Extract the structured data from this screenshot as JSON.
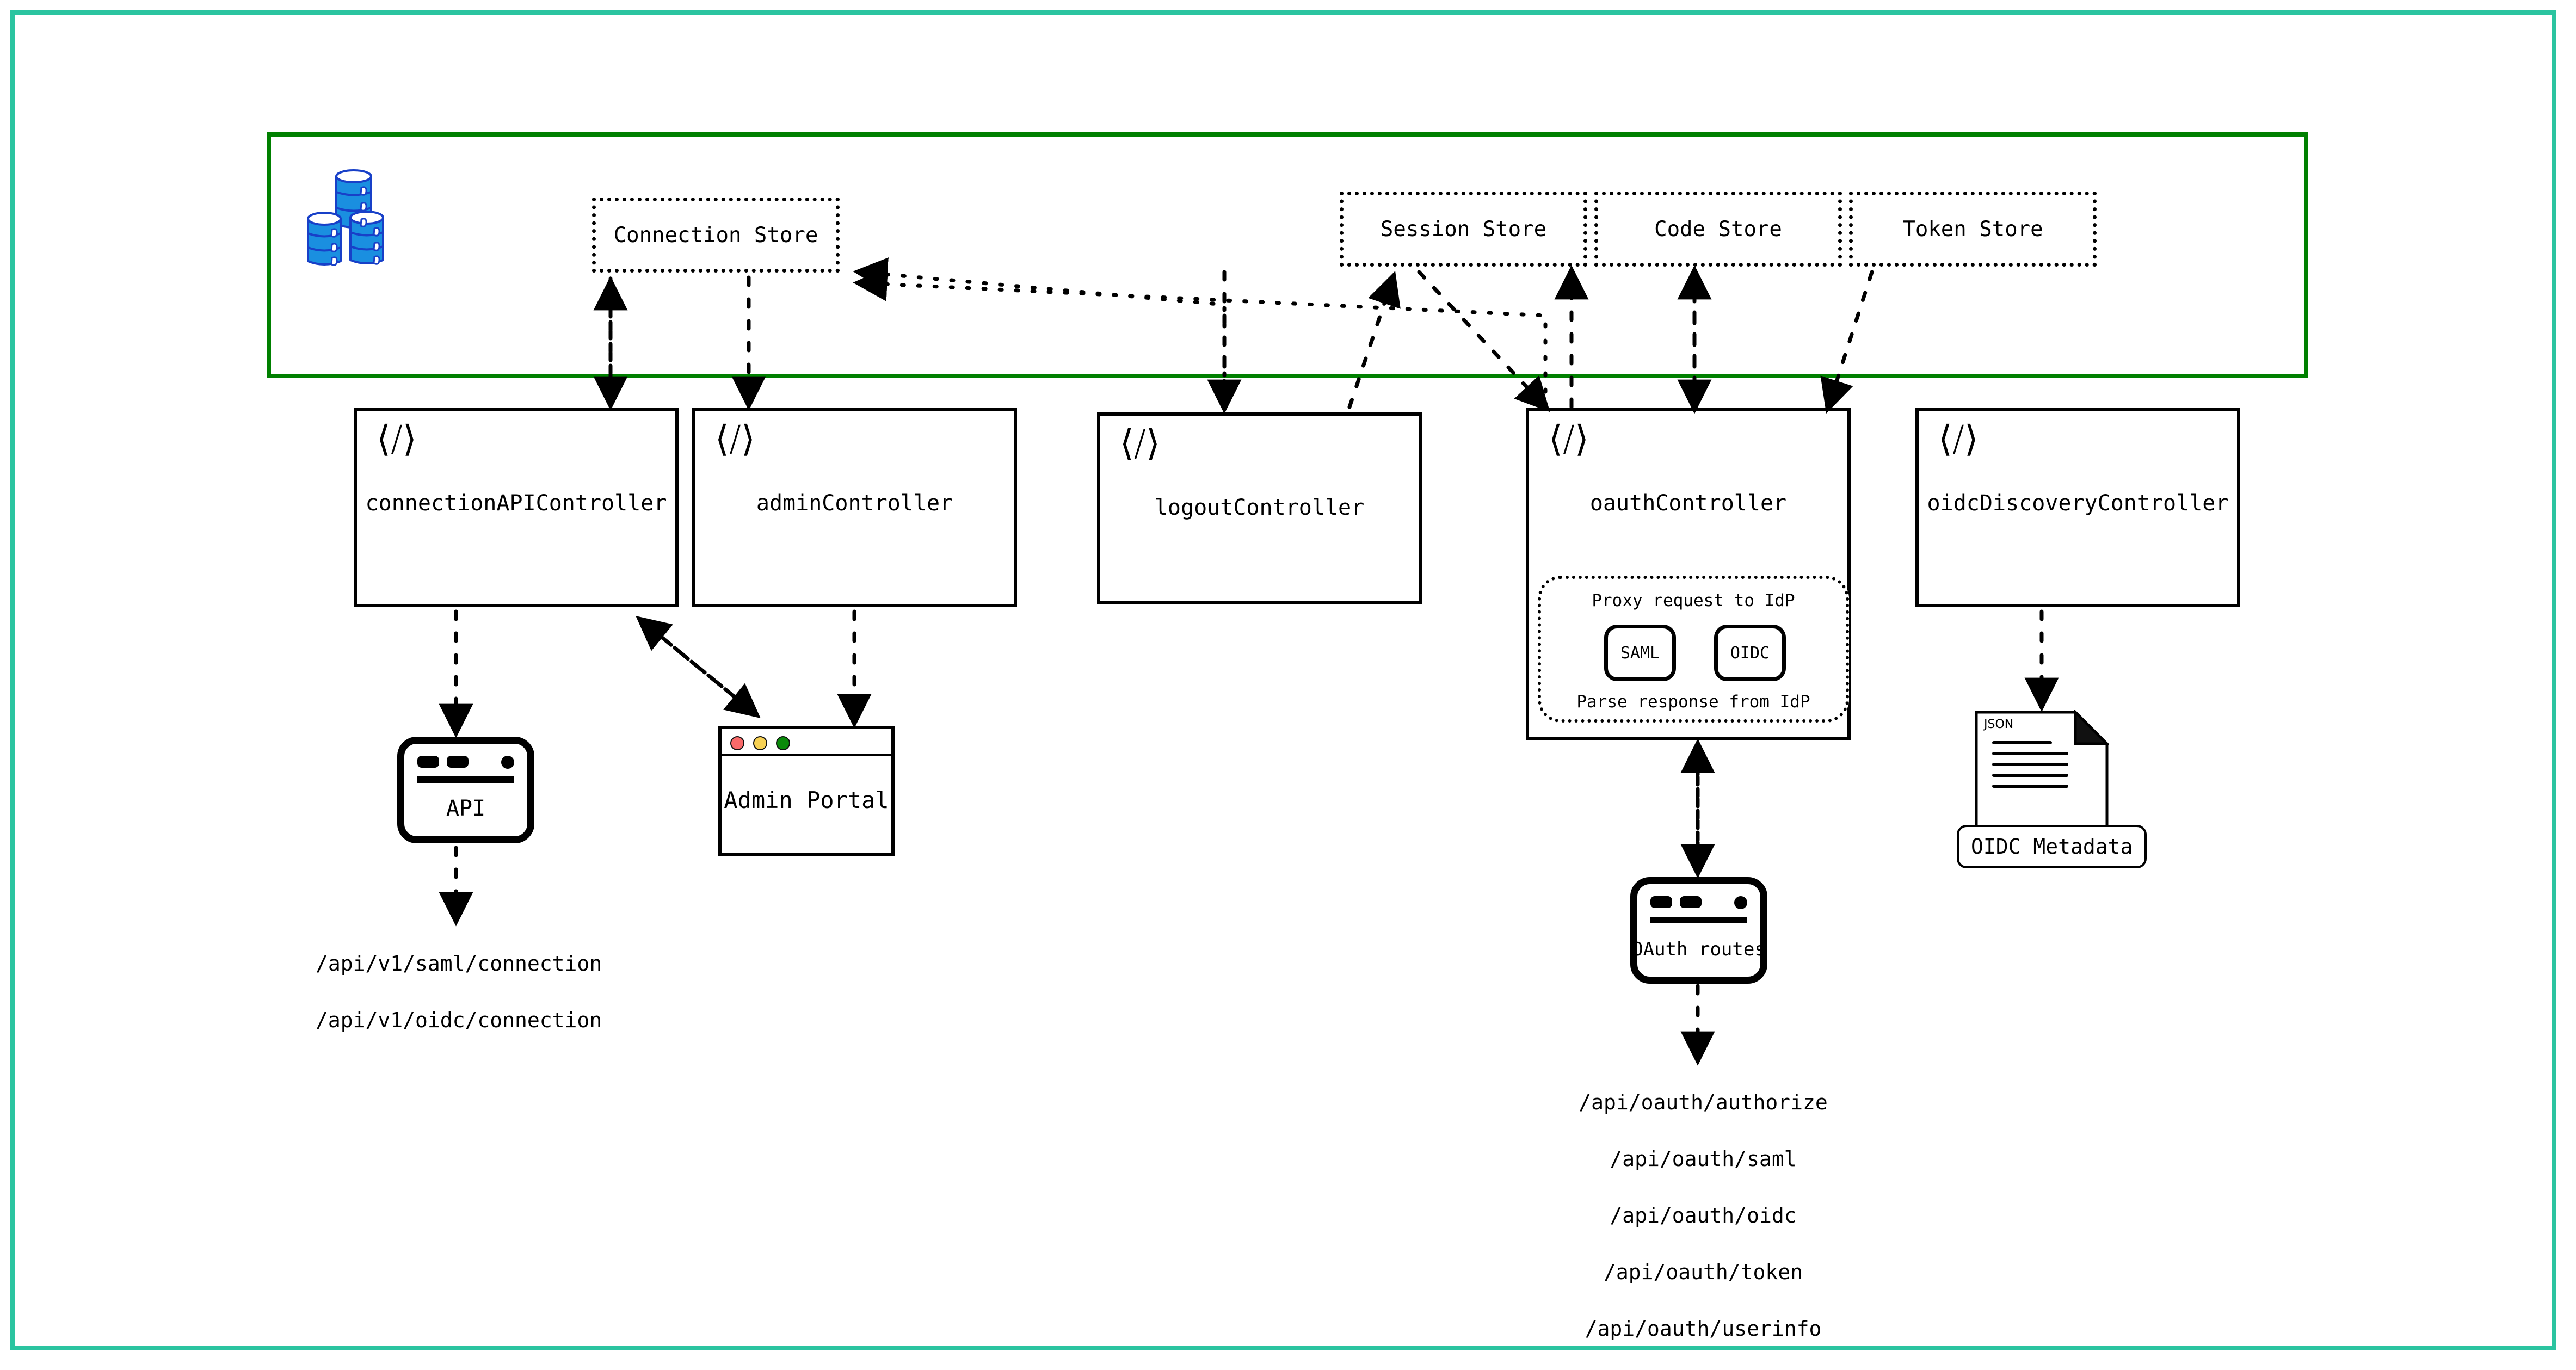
{
  "frame": {
    "accent_color": "#2bc4a0"
  },
  "store_container": {
    "border_color": "#008000",
    "db_icon": "database-stack-icon",
    "stores": [
      {
        "id": "connection-store",
        "label": "Connection Store"
      },
      {
        "id": "session-store",
        "label": "Session Store"
      },
      {
        "id": "code-store",
        "label": "Code Store"
      },
      {
        "id": "token-store",
        "label": "Token Store"
      }
    ]
  },
  "controllers": [
    {
      "id": "connection-api-controller",
      "icon": "code-tag-icon",
      "label": "connectionAPIController"
    },
    {
      "id": "admin-controller",
      "icon": "code-tag-icon",
      "label": "adminController"
    },
    {
      "id": "logout-controller",
      "icon": "code-tag-icon",
      "label": "logoutController"
    },
    {
      "id": "oauth-controller",
      "icon": "code-tag-icon",
      "label": "oauthController"
    },
    {
      "id": "oidc-discovery-controller",
      "icon": "code-tag-icon",
      "label": "oidcDiscoveryController"
    }
  ],
  "code_icon_glyph": "⟨/⟩",
  "proxy_panel": {
    "top_text": "Proxy request to IdP",
    "bottom_text": "Parse response from IdP",
    "protocols": [
      {
        "id": "saml-pill",
        "label": "SAML"
      },
      {
        "id": "oidc-pill",
        "label": "OIDC"
      }
    ]
  },
  "api_widget": {
    "label": "API"
  },
  "admin_window": {
    "label": "Admin Portal",
    "traffic_lights": [
      "#f96a6a",
      "#f7d154",
      "#0a8a0a"
    ]
  },
  "oauth_routes_widget": {
    "label": "OAuth routes"
  },
  "json_doc": {
    "keyword": "JSON",
    "label": "OIDC Metadata"
  },
  "connection_routes": [
    "/api/v1/saml/connection",
    "/api/v1/oidc/connection"
  ],
  "oauth_routes": [
    "/api/oauth/authorize",
    "/api/oauth/saml",
    "/api/oauth/oidc",
    "/api/oauth/token",
    "/api/oauth/userinfo"
  ]
}
